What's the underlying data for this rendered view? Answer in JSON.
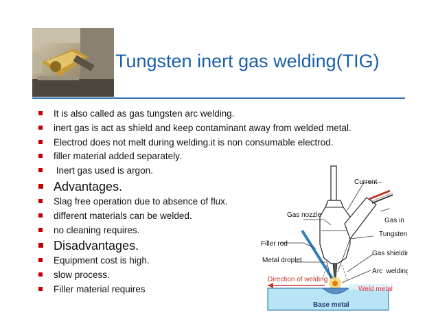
{
  "slide": {
    "title": "Tungsten inert gas welding(TIG)",
    "bullets": [
      {
        "text": "It is also called as gas tungsten arc welding.",
        "size": "s"
      },
      {
        "text": "inert gas is act as shield and keep contaminant away from welded metal.",
        "size": "s"
      },
      {
        "text": "Electrod does not melt during welding.it is non consumable electrod.",
        "size": "s"
      },
      {
        "text": "filler material added separately.",
        "size": "s"
      },
      {
        "text": " Inert gas used is argon.",
        "size": "s"
      },
      {
        "text": "Advantages.",
        "size": "b"
      },
      {
        "text": "Slag free operation due to absence of flux.",
        "size": "s"
      },
      {
        "text": "different materials can be welded.",
        "size": "s"
      },
      {
        "text": "no cleaning requires.",
        "size": "s"
      },
      {
        "text": "Disadvantages.",
        "size": "b"
      },
      {
        "text": "Equipment cost is high.",
        "size": "s"
      },
      {
        "text": "slow process.",
        "size": "s"
      },
      {
        "text": "Filler material requires",
        "size": "s"
      }
    ]
  },
  "diagram": {
    "labels": {
      "current": "Current",
      "gas_nozzle": "Gas nozzle",
      "gas_in": "Gas in",
      "tungsten": "Tungsten",
      "filler_rod": "Filler rod",
      "gas_shielding": "Gas shielding",
      "metal_droplet": "Metal droplet",
      "arc_welding": "Arc  welding",
      "direction": "Direction of welding",
      "weld_metal": "Weld metal",
      "base_metal": "Base metal"
    }
  },
  "colors": {
    "title": "#1a5faa",
    "rule": "#2f6fb5",
    "bullet": "#c00000",
    "direction": "#c0392b",
    "base_metal_fill": "#b9e4f5",
    "weld_metal_text": "#e03030"
  },
  "icons": {
    "bullet": "red-square-bullet",
    "photo": "tig-torch-photo"
  }
}
